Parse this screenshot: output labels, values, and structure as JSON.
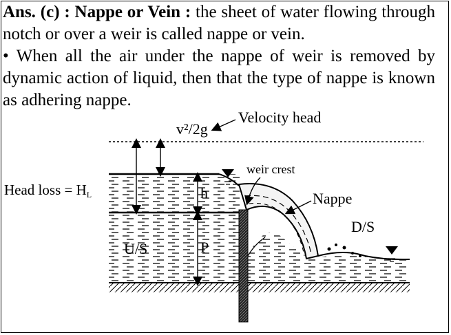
{
  "answer": {
    "prefix": "Ans. (c) : ",
    "term": "Nappe or Vein :",
    "definition": " the sheet of water flowing through notch or over a weir is called nappe or vein.",
    "bullet": "•",
    "point": "When all the air under the nappe of weir is removed by dynamic action of liquid, then that the type of nappe is known as adhering nappe."
  },
  "figure": {
    "velocity_head_formula": "v²/2g",
    "velocity_head_label": "Velocity head",
    "weir_crest_label": "weir crest",
    "head_loss_label": "Head loss = H",
    "head_loss_sub": "L",
    "h_label": "h",
    "nappe_label": "Nappe",
    "ds_label": "D/S",
    "us_label": "U/S",
    "p_label": "P"
  }
}
